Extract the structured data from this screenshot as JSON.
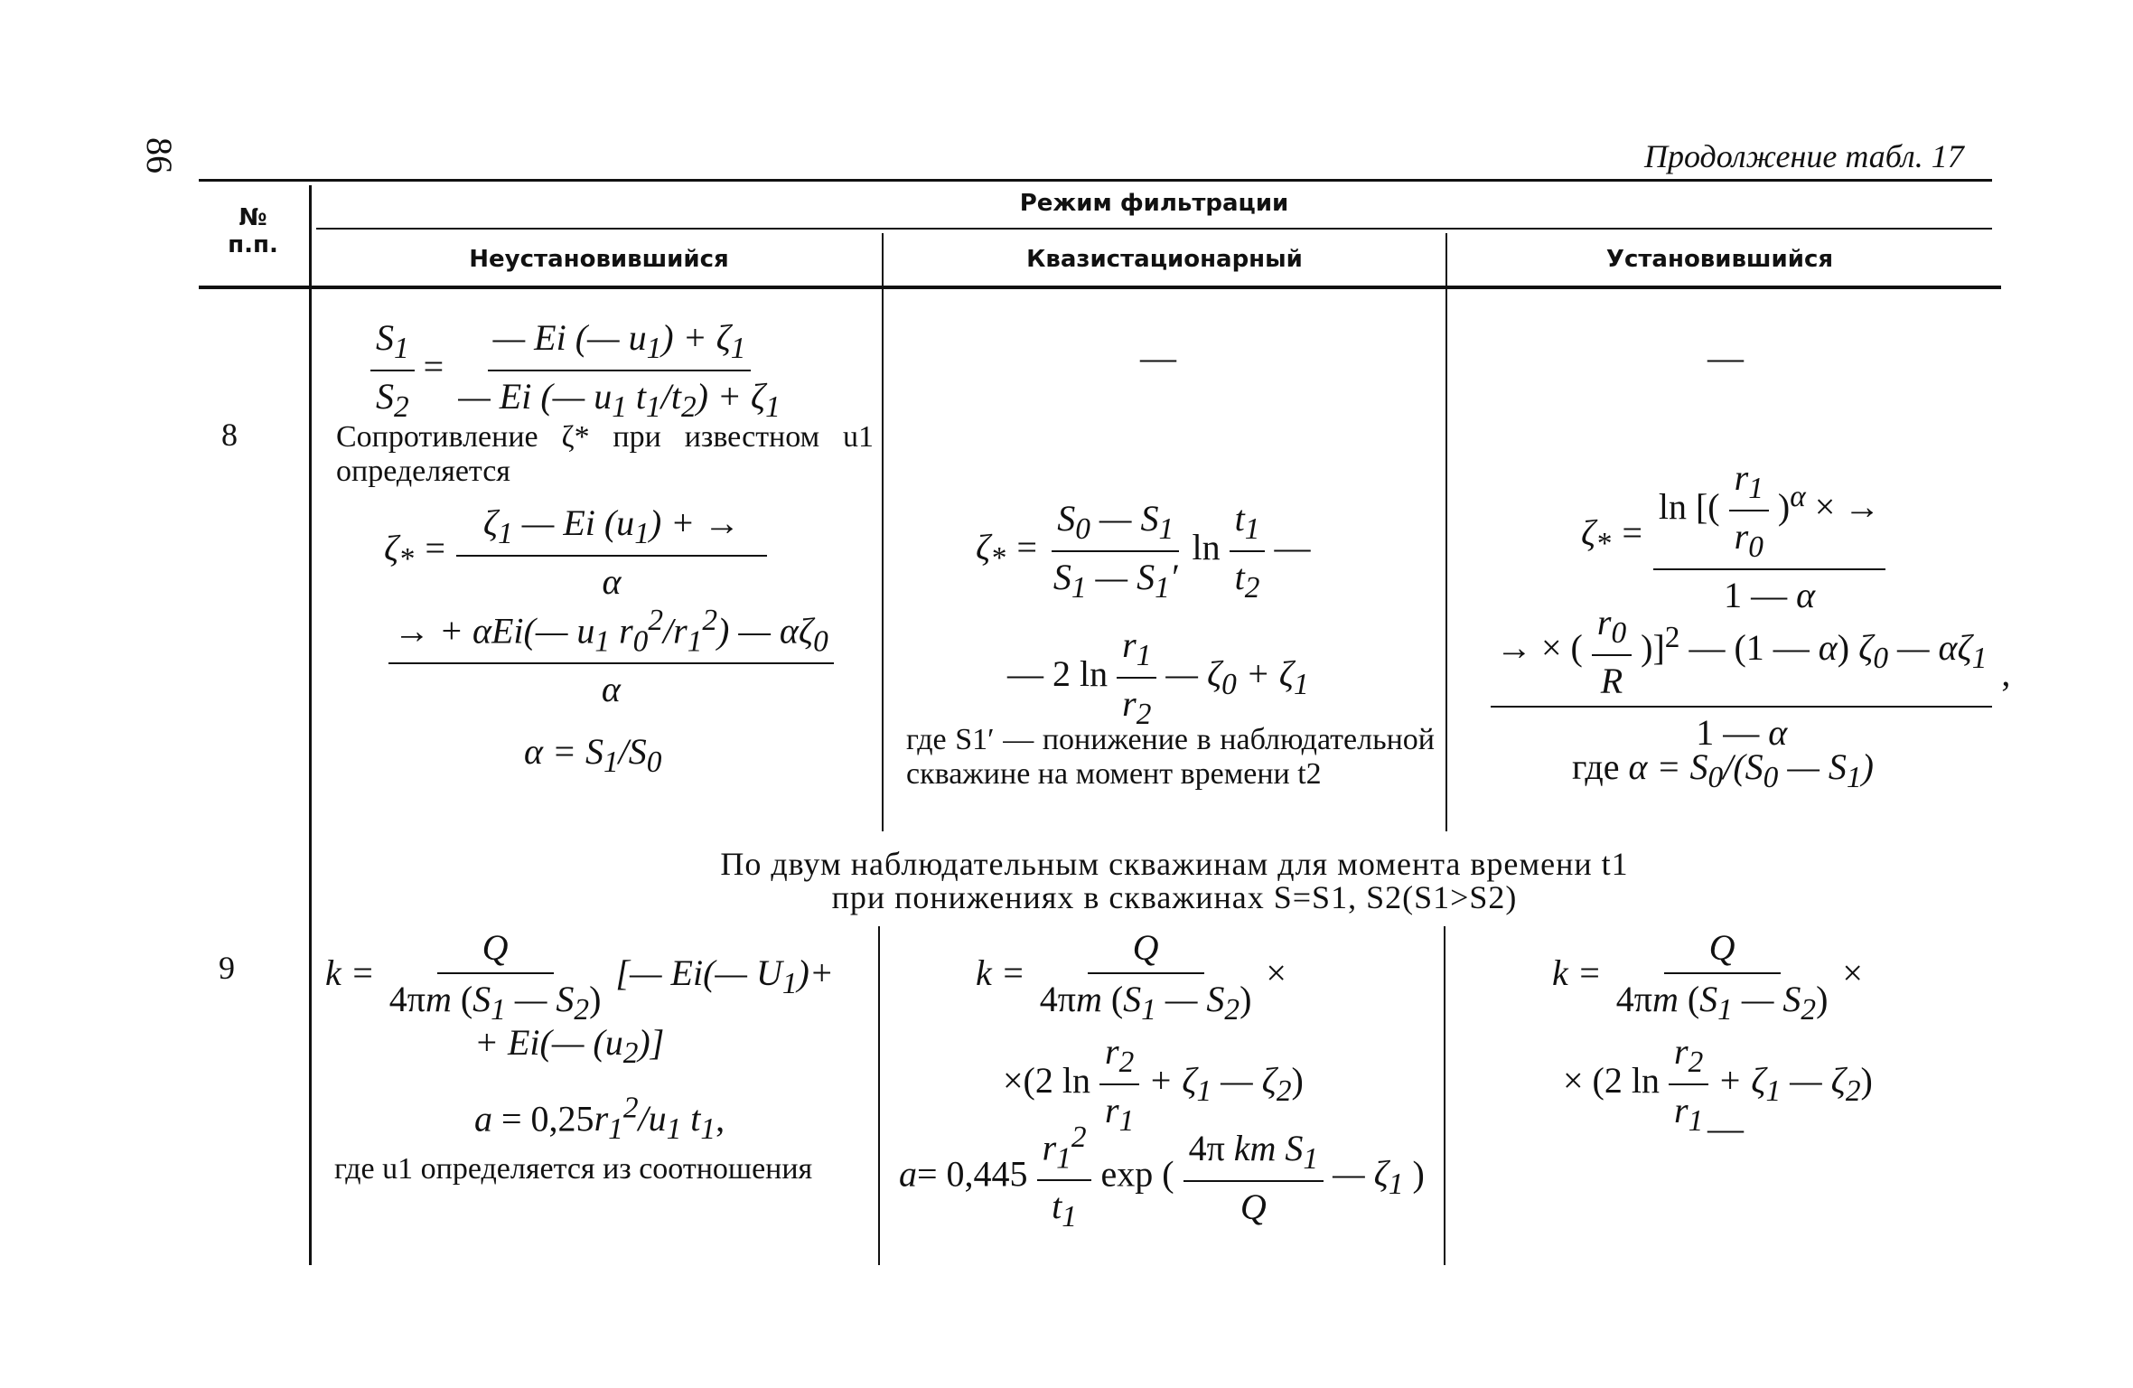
{
  "page": {
    "page_number": "86",
    "continuation": "Продолжение табл. 17"
  },
  "table": {
    "col_num_header": "№\nп.п.",
    "group_header": "Режим фильтрации",
    "col_headers": [
      "Неустановившийся",
      "Квазистационарный",
      "Установившийся"
    ],
    "rows": [
      {
        "number": "8",
        "unsteady": {
          "formula_ratio": "S1/S2 = (−Ei(−u1) + ζ1) / (−Ei(−u1 t1/t2) + ζ1)",
          "text": "Сопротивление ζ* при известном u1 определяется",
          "formula_zeta": "ζ* = (ζ1 − Ei(u1) + αEi(−u1 r0²/r1²) − αζ0) / α",
          "formula_alpha": "α = S1/S0"
        },
        "quasi": {
          "dash": "—",
          "formula_zeta": "ζ* = (S0 − S1)/(S1 − S1′) ln(t1/t2) − 2 ln(r1/r2) − ζ0 + ζ1",
          "note": "где S1′ — понижение в наблюдательной скважине на момент времени t2"
        },
        "steady": {
          "dash": "—",
          "formula_zeta": "ζ* = (ln[(r1/r0)^α × (r0/R)]² − (1 − α)ζ0 − αζ1) / (1 − α)",
          "formula_alpha": "где α = S0/(S0 − S1)"
        }
      },
      {
        "number": "9",
        "section_title_line1": "По двум наблюдательным скважинам для момента времени t1",
        "section_title_line2": "при понижениях в скважинах S=S1, S2(S1>S2)",
        "unsteady": {
          "formula_k": "k = Q/(4πm(S1 − S2)) [−Ei(−U1) + Ei(−(u2)]",
          "formula_a": "a = 0,25r1²/u1 t1,",
          "note": "где u1 определяется из соотношения"
        },
        "quasi": {
          "formula_k": "k = Q/(4πm(S1 − S2)) × (2 ln(r2/r1) + ζ1 − ζ2)",
          "formula_a": "a = 0,445 r1²/t1 exp(4π km S1/Q − ζ1)"
        },
        "steady": {
          "formula_k": "k = Q/(4πm(S1 − S2)) × (2 ln(r2/r1) + ζ1 − ζ2)",
          "dash": "—"
        }
      }
    ]
  }
}
